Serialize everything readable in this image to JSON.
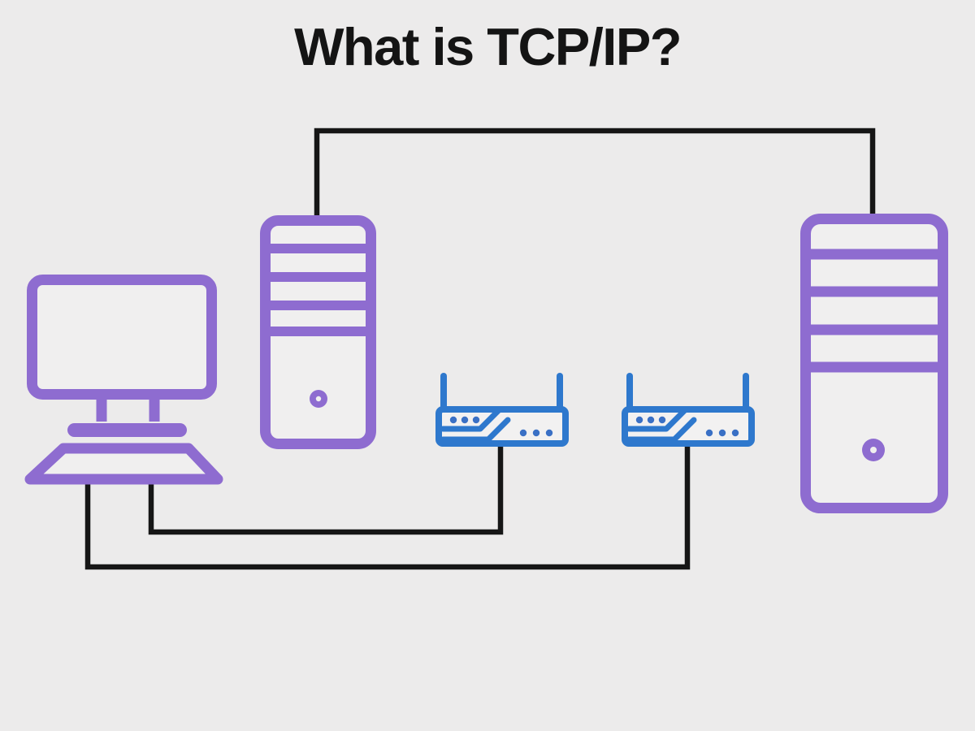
{
  "title": "What is TCP/IP?",
  "colors": {
    "background": "#ECEBEB",
    "title_text": "#141414",
    "device_purple": "#8E6CD0",
    "router_blue": "#2E78CD",
    "router_dot": "#3A70C5",
    "cable_black": "#161616",
    "device_fill": "#F0EFEF",
    "router_fill": "#F2F1F1"
  },
  "diagram": {
    "devices": [
      {
        "name": "desktop-computer",
        "icon": "monitor-with-keyboard-icon",
        "color": "purple",
        "position": "left"
      },
      {
        "name": "computer-tower-left",
        "icon": "pc-tower-icon",
        "color": "purple",
        "position": "center-left"
      },
      {
        "name": "router-1",
        "icon": "router-two-antennas-icon",
        "color": "blue",
        "position": "center"
      },
      {
        "name": "router-2",
        "icon": "router-two-antennas-icon",
        "color": "blue",
        "position": "center-right"
      },
      {
        "name": "computer-tower-right",
        "icon": "pc-tower-icon",
        "color": "purple",
        "position": "right"
      }
    ],
    "connections": [
      {
        "from": "computer-tower-left",
        "to": "computer-tower-right",
        "route": "up from tower top, across the top, down to right tower top"
      },
      {
        "from": "desktop-computer",
        "to": "router-1",
        "route": "down from keyboard right leg, across, up to router underside"
      },
      {
        "from": "desktop-computer",
        "to": "router-2",
        "route": "down from keyboard left leg, across the bottom, up to router underside"
      }
    ]
  }
}
